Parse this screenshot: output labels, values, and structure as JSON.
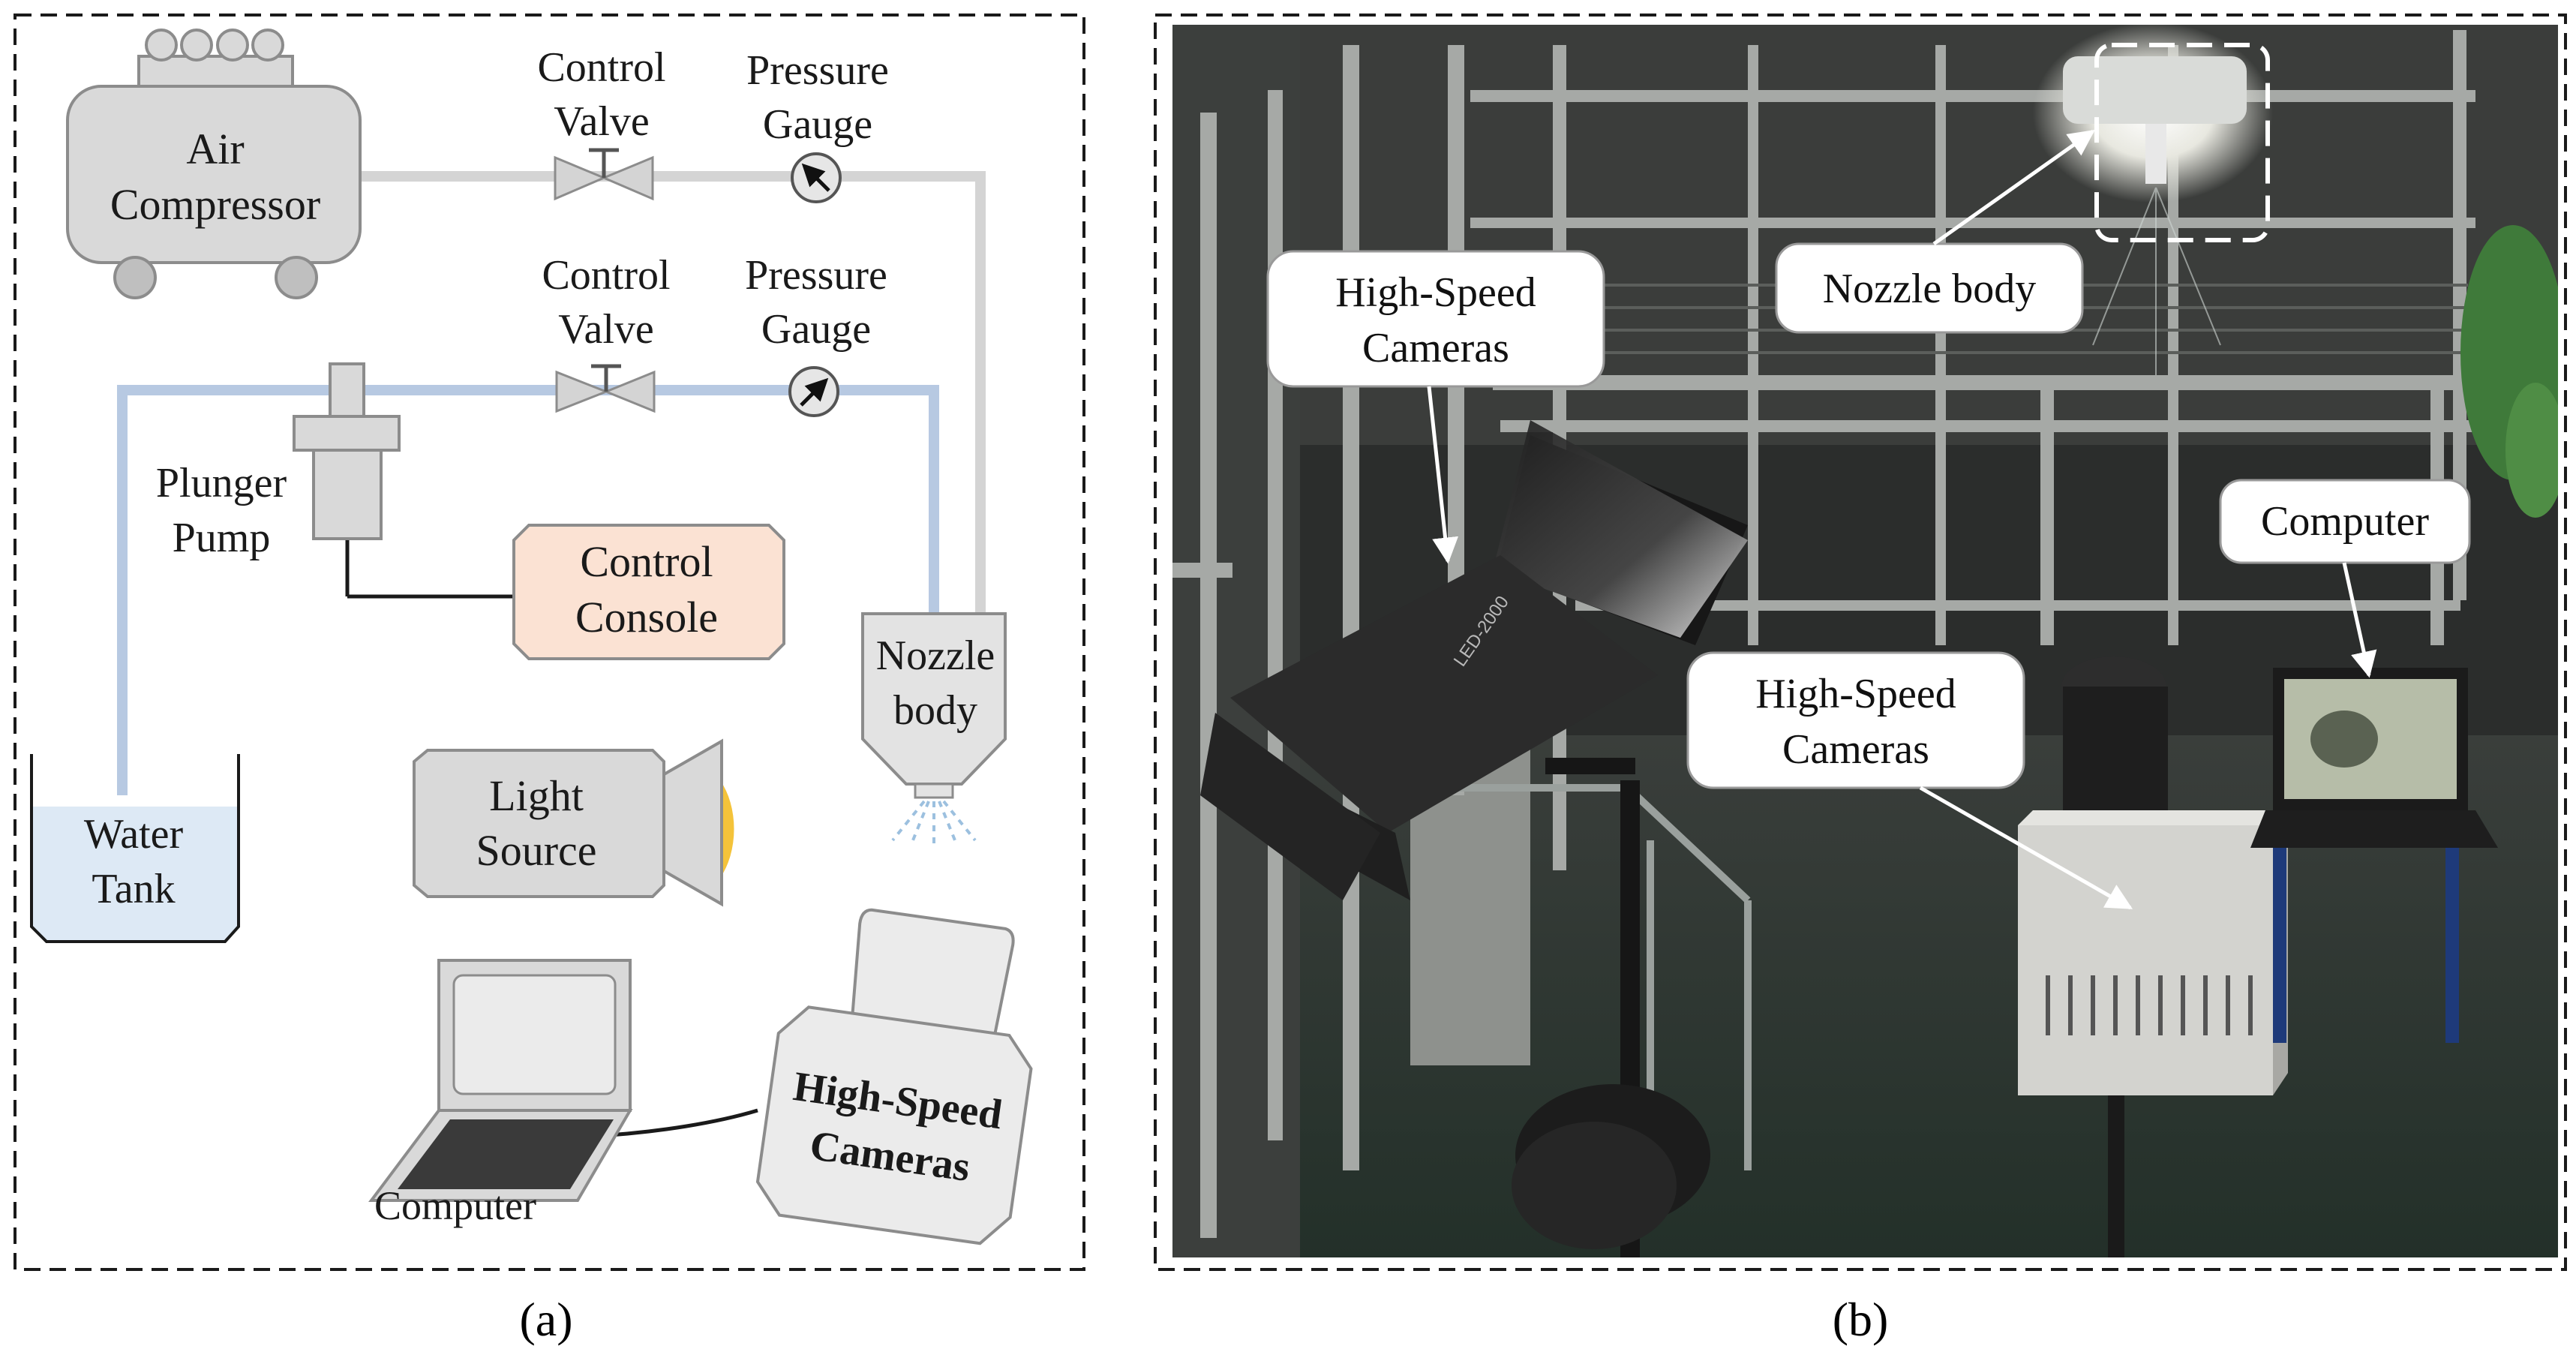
{
  "panel_a": {
    "caption": "(a)",
    "air_compressor": [
      "Air",
      "Compressor"
    ],
    "control_valve_top": [
      "Control",
      "Valve"
    ],
    "pressure_gauge_top": [
      "Pressure",
      "Gauge"
    ],
    "control_valve_mid": [
      "Control",
      "Valve"
    ],
    "pressure_gauge_mid": [
      "Pressure",
      "Gauge"
    ],
    "plunger_pump": [
      "Plunger",
      "Pump"
    ],
    "control_console": [
      "Control",
      "Console"
    ],
    "nozzle_body": [
      "Nozzle",
      "body"
    ],
    "water_tank": [
      "Water",
      "Tank"
    ],
    "light_source": [
      "Light",
      "Source"
    ],
    "computer": "Computer",
    "high_speed_cameras": [
      "High-Speed",
      "Cameras"
    ]
  },
  "panel_b": {
    "caption": "(b)",
    "callouts": {
      "cameras_left": [
        "High-Speed",
        "Cameras"
      ],
      "nozzle_body": "Nozzle body",
      "computer": "Computer",
      "cameras_center": [
        "High-Speed",
        "Cameras"
      ]
    },
    "device_text": "LED-2000"
  },
  "colors": {
    "air_line": "#d4d4d4",
    "water_line": "#b7c9e2",
    "console_fill": "#fbe2d3",
    "water_fill": "#dde9f5",
    "component_gray": "#d9d9d9",
    "light_glow": "#f4c33a",
    "photo_dark": "#2b2d2c"
  }
}
